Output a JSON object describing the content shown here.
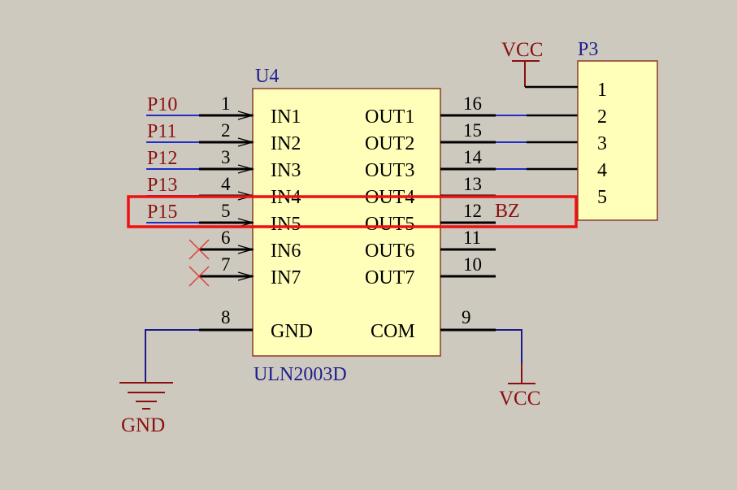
{
  "chip": {
    "ref": "U4",
    "part": "ULN2003D",
    "inputs": [
      {
        "num": "1",
        "name": "IN1",
        "net": "P10"
      },
      {
        "num": "2",
        "name": "IN2",
        "net": "P11"
      },
      {
        "num": "3",
        "name": "IN3",
        "net": "P12"
      },
      {
        "num": "4",
        "name": "IN4",
        "net": "P13"
      },
      {
        "num": "5",
        "name": "IN5",
        "net": "P15"
      },
      {
        "num": "6",
        "name": "IN6",
        "net": ""
      },
      {
        "num": "7",
        "name": "IN7",
        "net": ""
      }
    ],
    "outputs": [
      {
        "num": "16",
        "name": "OUT1",
        "net": ""
      },
      {
        "num": "15",
        "name": "OUT2",
        "net": ""
      },
      {
        "num": "14",
        "name": "OUT3",
        "net": ""
      },
      {
        "num": "13",
        "name": "OUT4",
        "net": ""
      },
      {
        "num": "12",
        "name": "OUT5",
        "net": "BZ"
      },
      {
        "num": "11",
        "name": "OUT6",
        "net": ""
      },
      {
        "num": "10",
        "name": "OUT7",
        "net": ""
      }
    ],
    "gnd_pin": {
      "num": "8",
      "name": "GND"
    },
    "com_pin": {
      "num": "9",
      "name": "COM"
    }
  },
  "connector": {
    "ref": "P3",
    "pins": [
      "1",
      "2",
      "3",
      "4",
      "5"
    ]
  },
  "power": {
    "vcc_top": "VCC",
    "vcc_bottom": "VCC",
    "gnd": "GND"
  },
  "colors": {
    "background": "#cdc9be",
    "body_fill": "#ffffb9",
    "body_stroke": "#8b3a2a",
    "wire": "#1e2cc8",
    "power_wire": "#1a1a8c",
    "net_label": "#8b0f0f",
    "ref_label": "#1d1d8f",
    "no_connect": "#e03a3a",
    "highlight": "#ee1111"
  }
}
